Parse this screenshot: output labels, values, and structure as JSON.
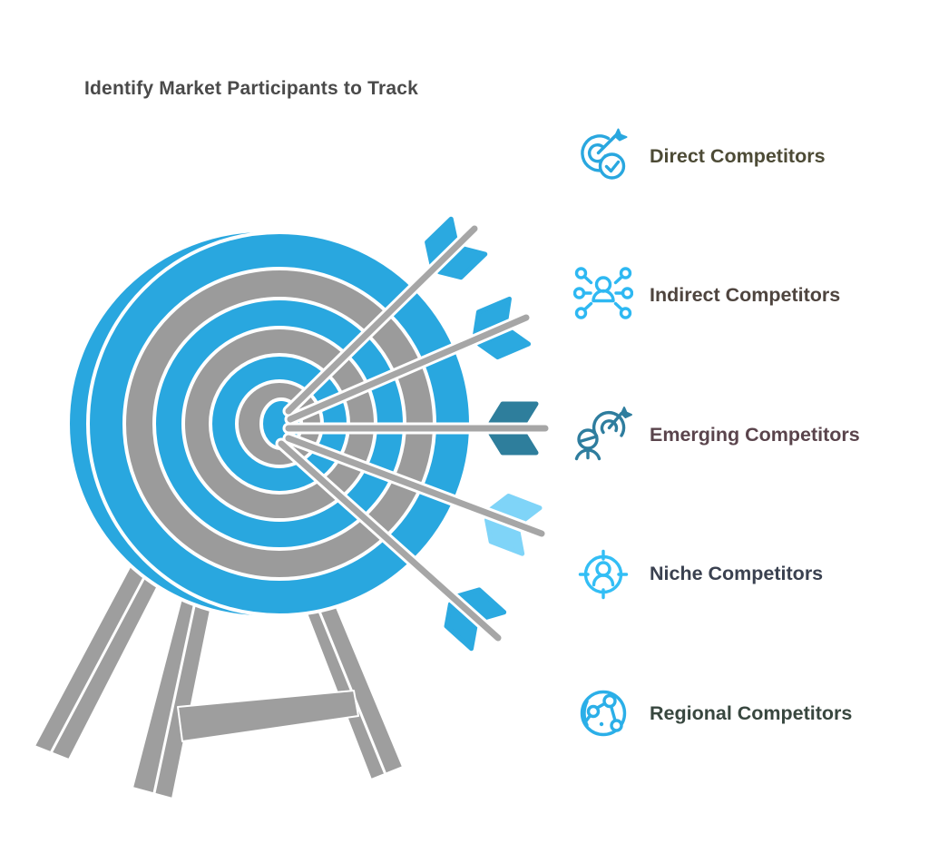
{
  "title": "Identify Market Participants to Track",
  "items": [
    {
      "label": "Direct Competitors",
      "icon": "target-check-icon",
      "icon_color": "#29a7df",
      "label_color": "#4d4b36"
    },
    {
      "label": "Indirect Competitors",
      "icon": "person-network-icon",
      "icon_color": "#2eb8f2",
      "label_color": "#4e443e"
    },
    {
      "label": "Emerging Competitors",
      "icon": "person-target-icon",
      "icon_color": "#2e7d9e",
      "label_color": "#5a444c"
    },
    {
      "label": "Niche Competitors",
      "icon": "person-crosshair-icon",
      "icon_color": "#33bef5",
      "label_color": "#3a4150"
    },
    {
      "label": "Regional Competitors",
      "icon": "globe-network-icon",
      "icon_color": "#2bafe8",
      "label_color": "#38473f"
    }
  ],
  "illustration": {
    "name": "dartboard-target-with-five-arrows-on-tripod-stand",
    "colors": {
      "target_blue": "#29a7df",
      "ring_gray": "#9b9b9b",
      "stand_gray": "#9e9e9e",
      "shaft_gray": "#a6a6a6",
      "fletch_blue": "#2ba9e0",
      "fletch_teal": "#2e7e9c",
      "fletch_light": "#7fd4f8"
    }
  }
}
